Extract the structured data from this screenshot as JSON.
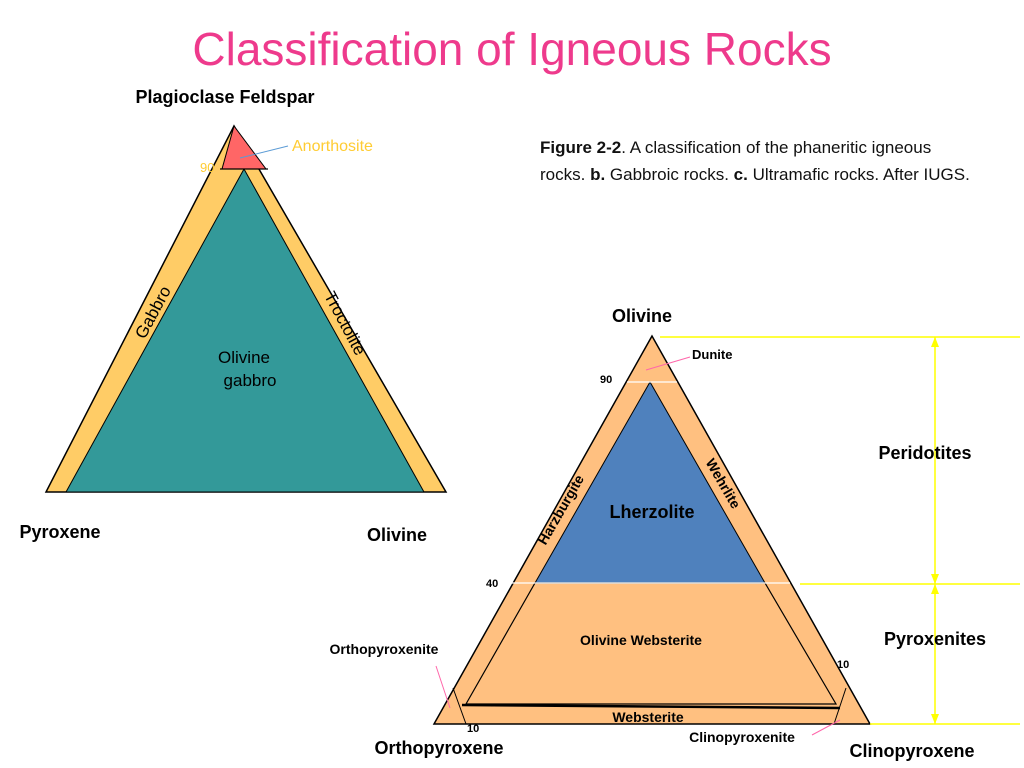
{
  "title": "Classification of Igneous Rocks",
  "caption": {
    "figure": "Figure 2-2",
    "part_a": ". A classification of the phaneritic igneous rocks. ",
    "b_label": "b.",
    "b_text": " Gabbroic rocks. ",
    "c_label": "c.",
    "c_text": " Ultramafic rocks. After IUGS."
  },
  "gabbroic": {
    "apex_label": "Plagioclase Feldspar",
    "left_label": "Pyroxene",
    "right_label": "Olivine",
    "fields": {
      "anorthosite": "Anorthosite",
      "gabbro": "Gabbro",
      "troctolite": "Troctolite",
      "olivine_gabbro_line1": "Olivine",
      "olivine_gabbro_line2": "gabbro"
    },
    "tick_90": "90",
    "colors": {
      "outer": "#ffcc66",
      "inner": "#339999",
      "apex": "#ff6666",
      "anorthosite_text": "#ffcc33"
    }
  },
  "ultramafic": {
    "apex_label": "Olivine",
    "left_label": "Orthopyroxene",
    "right_label": "Clinopyroxene",
    "fields": {
      "dunite": "Dunite",
      "harzburgite": "Harzburgite",
      "wehrlite": "Wehrlite",
      "lherzolite": "Lherzolite",
      "olivine_websterite": "Olivine Websterite",
      "websterite": "Websterite",
      "orthopyroxenite": "Orthopyroxenite",
      "clinopyroxenite": "Clinopyroxenite"
    },
    "ticks": {
      "t90": "90",
      "t40": "40",
      "t10_left": "10",
      "t10_right": "10"
    },
    "groups": {
      "peridotites": "Peridotites",
      "pyroxenites": "Pyroxenites"
    },
    "colors": {
      "fill": "#ffc080",
      "lherzolite": "#4f81bd",
      "bracket": "#ffff00"
    }
  }
}
